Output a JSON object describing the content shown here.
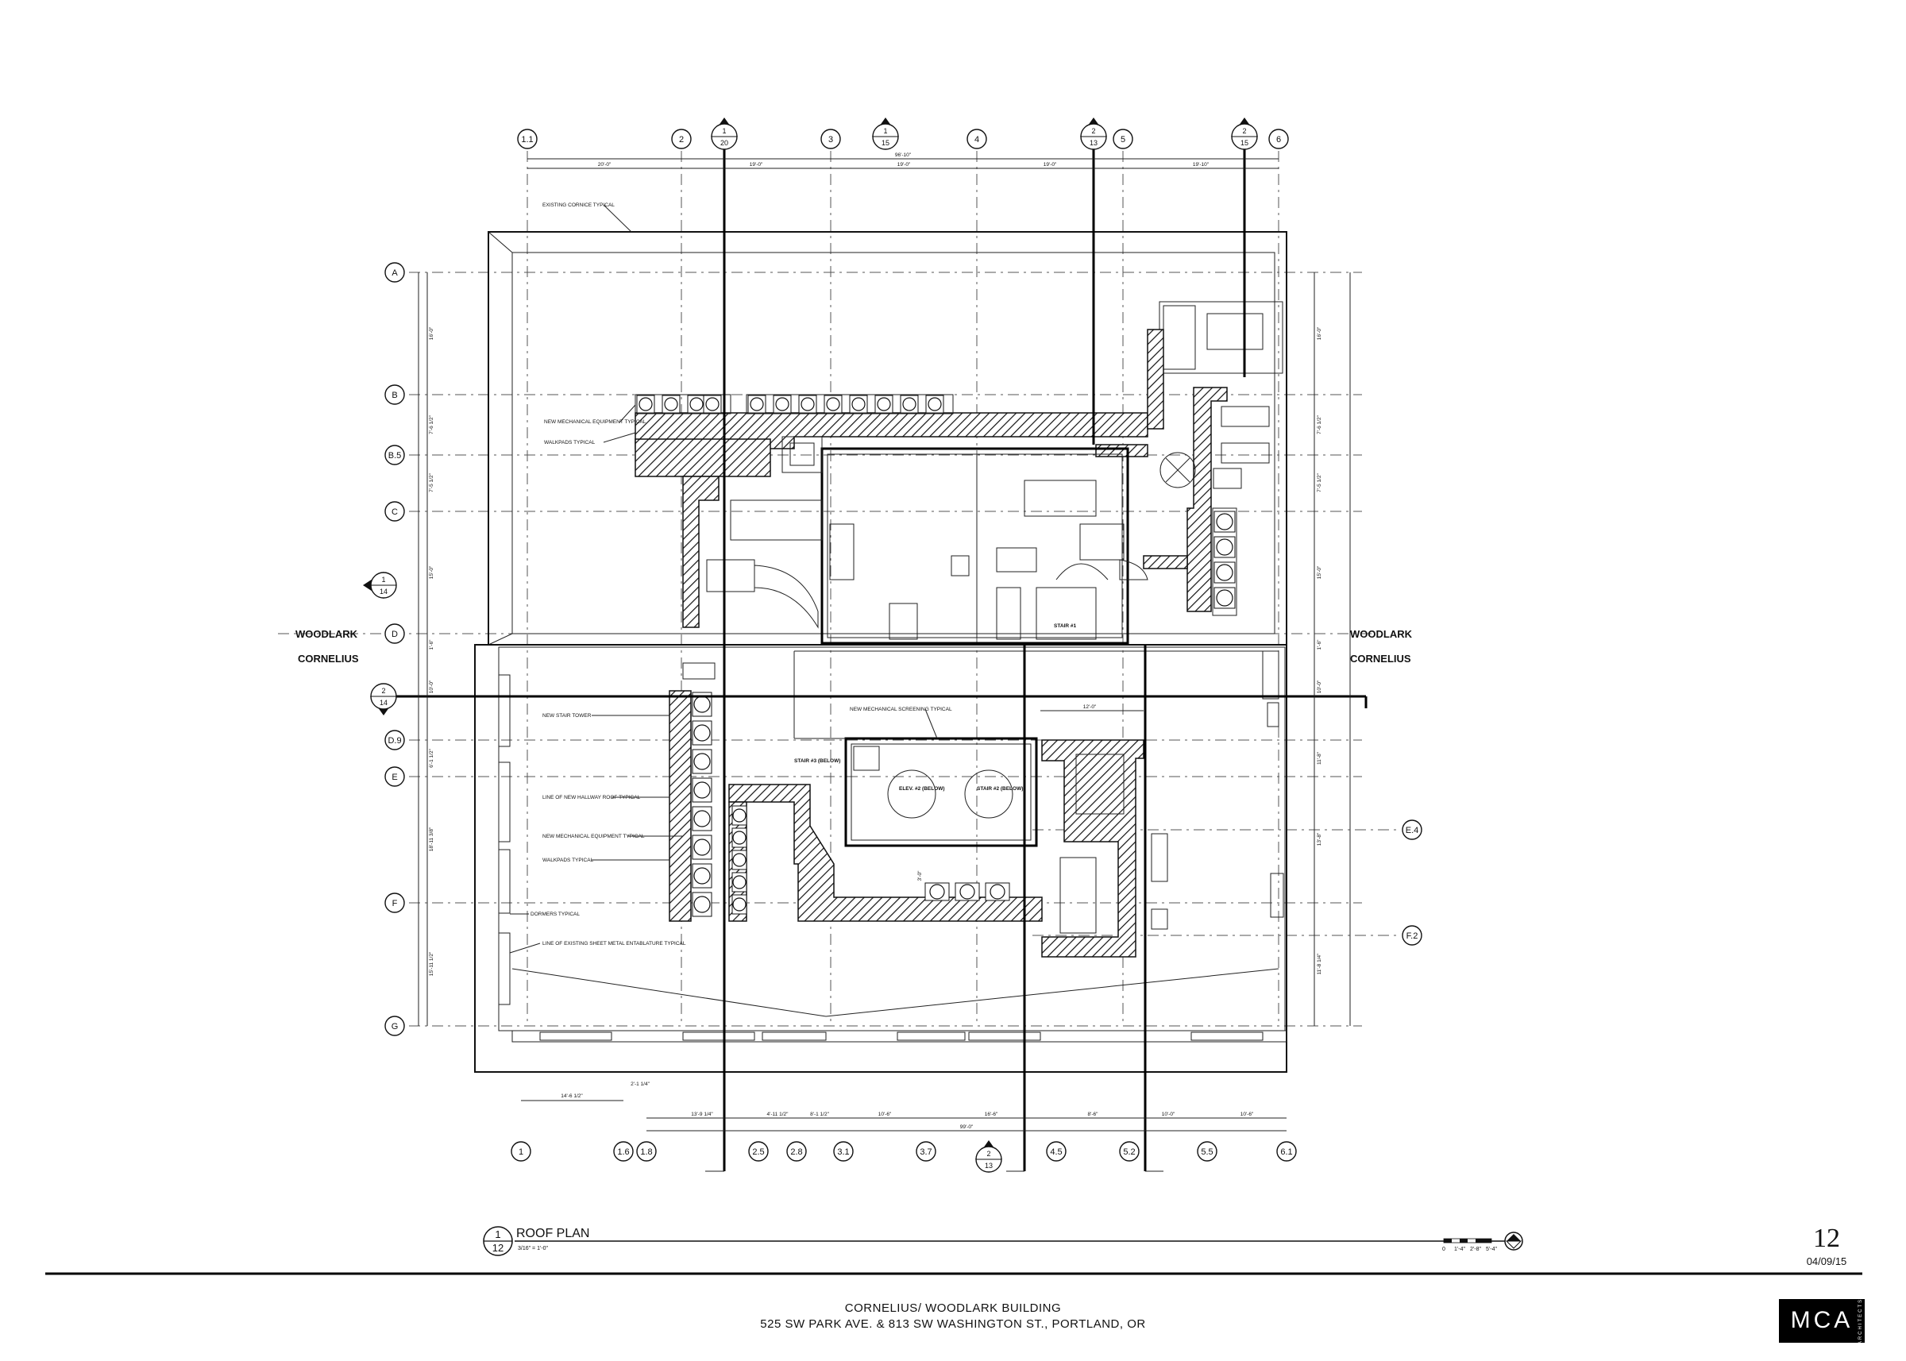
{
  "drawing": {
    "title": "ROOF PLAN",
    "scale": "3/16\" = 1'-0\"",
    "view_number": "1",
    "sheet_ref": "12"
  },
  "title_block": {
    "sheet_number": "12",
    "date": "04/09/15",
    "project_name": "CORNELIUS/ WOODLARK BUILDING",
    "address": "525 SW PARK AVE. & 813 SW WASHINGTON ST., PORTLAND, OR",
    "logo_text": "MCA",
    "logo_sub": "ARCHITECTS"
  },
  "buildings": {
    "upper": "WOODLARK",
    "lower": "CORNELIUS"
  },
  "grid_top": [
    "1.1",
    "2",
    "3",
    "4",
    "5",
    "6"
  ],
  "grid_bottom": [
    "1",
    "1.6",
    "1.8",
    "2.5",
    "2.8",
    "3.1",
    "3.7",
    "4.5",
    "5.2",
    "5.5",
    "6.1"
  ],
  "grid_left": [
    "A",
    "B",
    "B.5",
    "C",
    "D",
    "D.9",
    "E",
    "F",
    "G"
  ],
  "grid_right": [
    "E.4",
    "F.2"
  ],
  "section_markers": [
    {
      "num": "1",
      "sheet": "20"
    },
    {
      "num": "1",
      "sheet": "15"
    },
    {
      "num": "2",
      "sheet": "13"
    },
    {
      "num": "2",
      "sheet": "15"
    },
    {
      "num": "1",
      "sheet": "14"
    },
    {
      "num": "2",
      "sheet": "14"
    },
    {
      "num": "2",
      "sheet": "13"
    }
  ],
  "notes": {
    "cornice": "EXISTING CORNICE TYPICAL",
    "mech_equip_upper": "NEW MECHANICAL EQUIPMENT TYPICAL",
    "walkpads_upper": "WALKPADS TYPICAL",
    "stair_tower": "NEW STAIR TOWER",
    "hallway_roof": "LINE OF NEW HALLWAY ROOF TYPICAL",
    "mech_equip_lower": "NEW MECHANICAL EQUIPMENT TYPICAL",
    "walkpads_lower": "WALKPADS TYPICAL",
    "dormers": "DORMERS TYPICAL",
    "entablature": "LINE OF EXISTING SHEET METAL ENTABLATURE TYPICAL",
    "screening": "NEW MECHANICAL SCREENING TYPICAL",
    "stair3": "STAIR #3 (BELOW)",
    "elev2": "ELEV. #2 (BELOW)",
    "stair2": "STAIR #2 (BELOW)",
    "stair1": "STAIR #1"
  },
  "dimensions": {
    "top_overall": "96'-10\"",
    "top_segments": [
      "20'-0\"",
      "19'-0\"",
      "19'-0\"",
      "19'-0\"",
      "19'-10\""
    ],
    "left_segments": [
      "16'-0\"",
      "7'-6 1/2\"",
      "7'-5 1/2\"",
      "15'-0\"",
      "1'-6\"",
      "10'-0\"",
      "6'-1 1/2\"",
      "18'-11 3/8\"",
      "15'-11 1/2\""
    ],
    "right_segments": [
      "16'-0\"",
      "7'-6 1/2\"",
      "7'-5 1/2\"",
      "15'-0\"",
      "1'-6\"",
      "10'-0\"",
      "11'-8\"",
      "13'-8\"",
      "11'-8 1/4\""
    ],
    "bottom_overall": "99'-0\"",
    "bottom_left": "14'-6 1/2\"",
    "bottom_small": "2'-1 1/4\"",
    "bottom_segments": [
      "13'-9 1/4\"",
      "4'-11 1/2\"",
      "8'-1 1/2\"",
      "10'-6\"",
      "16'-6\"",
      "8'-6\"",
      "10'-0\"",
      "10'-6\""
    ],
    "screen_width": "12'-0\"",
    "walk_gap": "3'-0\""
  },
  "scale_bar": {
    "labels": [
      "0",
      "1'-4\"",
      "2'-8\"",
      "5'-4\""
    ]
  }
}
